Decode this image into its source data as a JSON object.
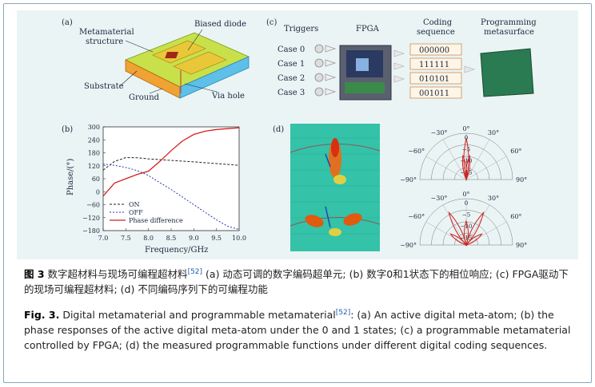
{
  "figure": {
    "panel_a": {
      "tag": "(a)",
      "labels": {
        "metamaterial": "Metamaterial",
        "structure": "structure",
        "biased_diode": "Biased diode",
        "substrate": "Substrate",
        "ground": "Ground",
        "via_hole": "Via hole"
      }
    },
    "panel_b": {
      "tag": "(b)",
      "chart_data": {
        "type": "line",
        "xlabel": "Frequency/GHz",
        "ylabel": "Phase/(°)",
        "xlim": [
          7.0,
          10.0
        ],
        "ylim": [
          -180,
          300
        ],
        "xticks": [
          "7.0",
          "7.5",
          "8.0",
          "8.5",
          "9.0",
          "9.5",
          "10.0"
        ],
        "yticks": [
          "300",
          "240",
          "180",
          "120",
          "60",
          "0",
          "−60",
          "−120",
          "−180"
        ],
        "legend": [
          "ON",
          "OFF",
          "Phase difference"
        ],
        "legend_position": "bottom-left",
        "series": [
          {
            "name": "ON",
            "x": [
              7.0,
              7.25,
              7.5,
              7.75,
              8.0,
              8.5,
              9.0,
              9.5,
              10.0
            ],
            "y": [
              100,
              140,
              158,
              157,
              152,
              145,
              138,
              130,
              122
            ]
          },
          {
            "name": "OFF",
            "x": [
              7.0,
              7.25,
              7.5,
              7.75,
              8.0,
              8.25,
              8.5,
              8.75,
              9.0,
              9.25,
              9.5,
              9.75,
              10.0
            ],
            "y": [
              128,
              122,
              112,
              98,
              75,
              42,
              10,
              -25,
              -60,
              -95,
              -130,
              -160,
              -175
            ]
          },
          {
            "name": "Phase difference",
            "x": [
              7.0,
              7.25,
              7.5,
              7.75,
              8.0,
              8.25,
              8.5,
              8.75,
              9.0,
              9.25,
              9.5,
              9.75,
              10.0
            ],
            "y": [
              -20,
              40,
              60,
              80,
              95,
              140,
              190,
              235,
              265,
              280,
              288,
              292,
              296
            ]
          }
        ]
      }
    },
    "panel_c": {
      "tag": "(c)",
      "headers": {
        "triggers": "Triggers",
        "fpga": "FPGA",
        "coding1": "Coding",
        "coding2": "sequence",
        "prog1": "Programming",
        "prog2": "metasurface"
      },
      "cases": [
        "Case 0",
        "Case 1",
        "Case 2",
        "Case 3"
      ],
      "codes": [
        "000000",
        "111111",
        "010101",
        "001011"
      ]
    },
    "panel_d": {
      "tag": "(d)",
      "polar_ticks": {
        "top": "0°",
        "l30": "−30°",
        "r30": "30°",
        "l60": "−60°",
        "r60": "60°",
        "l90": "−90°",
        "r90": "90°",
        "r0": "0",
        "r5": "−5",
        "r10": "−10",
        "r15": "−15"
      }
    }
  },
  "caption": {
    "cn_fig": "图 3",
    "cn_text": "数字超材料与现场可编程超材料",
    "cn_ref": "[52]",
    "cn_rest": "(a) 动态可调的数字编码超单元; (b) 数字0和1状态下的相位响应; (c) FPGA驱动下的现场可编程超材料; (d) 不同编码序列下的可编程功能",
    "en_fig": "Fig. 3.",
    "en_text": "Digital metamaterial and programmable metamaterial",
    "en_ref": "[52]",
    "en_rest": ": (a) An active digital meta-atom; (b) the phase responses of the active digital meta-atom under the 0 and 1 states; (c) a programmable metamaterial controlled by FPGA; (d) the measured programmable functions under different digital coding sequences."
  }
}
